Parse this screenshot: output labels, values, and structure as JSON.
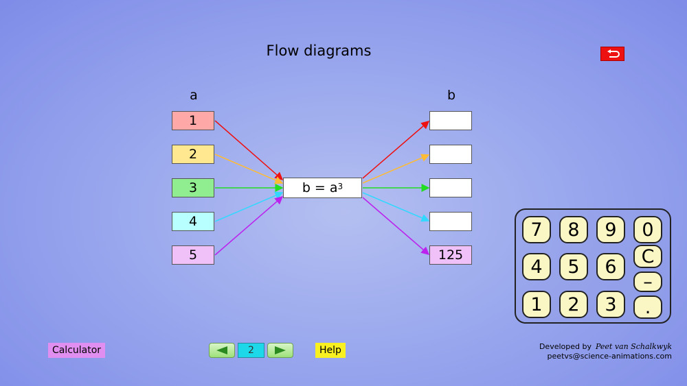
{
  "title": "Flow diagrams",
  "icons": {
    "back": "return-arrow-icon",
    "prev": "left-triangle-icon",
    "next": "right-triangle-icon"
  },
  "diagram": {
    "input_header": "a",
    "output_header": "b",
    "formula_text": "b = a",
    "formula_exponent": "3",
    "inputs": [
      {
        "value": "1",
        "color": "#ffa8a8",
        "arrow_color": "#ee1111"
      },
      {
        "value": "2",
        "color": "#ffe890",
        "arrow_color": "#ffbb33"
      },
      {
        "value": "3",
        "color": "#90ee90",
        "arrow_color": "#22dd22"
      },
      {
        "value": "4",
        "color": "#b8ffff",
        "arrow_color": "#33d8ff"
      },
      {
        "value": "5",
        "color": "#f0c0f8",
        "arrow_color": "#bb22ee"
      }
    ],
    "outputs": [
      {
        "value": "",
        "color": "#ffffff"
      },
      {
        "value": "",
        "color": "#ffffff"
      },
      {
        "value": "",
        "color": "#ffffff"
      },
      {
        "value": "",
        "color": "#ffffff"
      },
      {
        "value": "125",
        "color": "#f0c0f8"
      }
    ]
  },
  "keypad": {
    "keys": [
      "7",
      "8",
      "9",
      "0",
      "4",
      "5",
      "6",
      "C",
      "–",
      "1",
      "2",
      "3",
      "."
    ]
  },
  "footer": {
    "calculator_label": "Calculator",
    "page_number": "2",
    "help_label": "Help",
    "developed_by": "Developed by",
    "author": "Peet van Schalkwyk",
    "email": "peetvs@science-animations.com"
  }
}
